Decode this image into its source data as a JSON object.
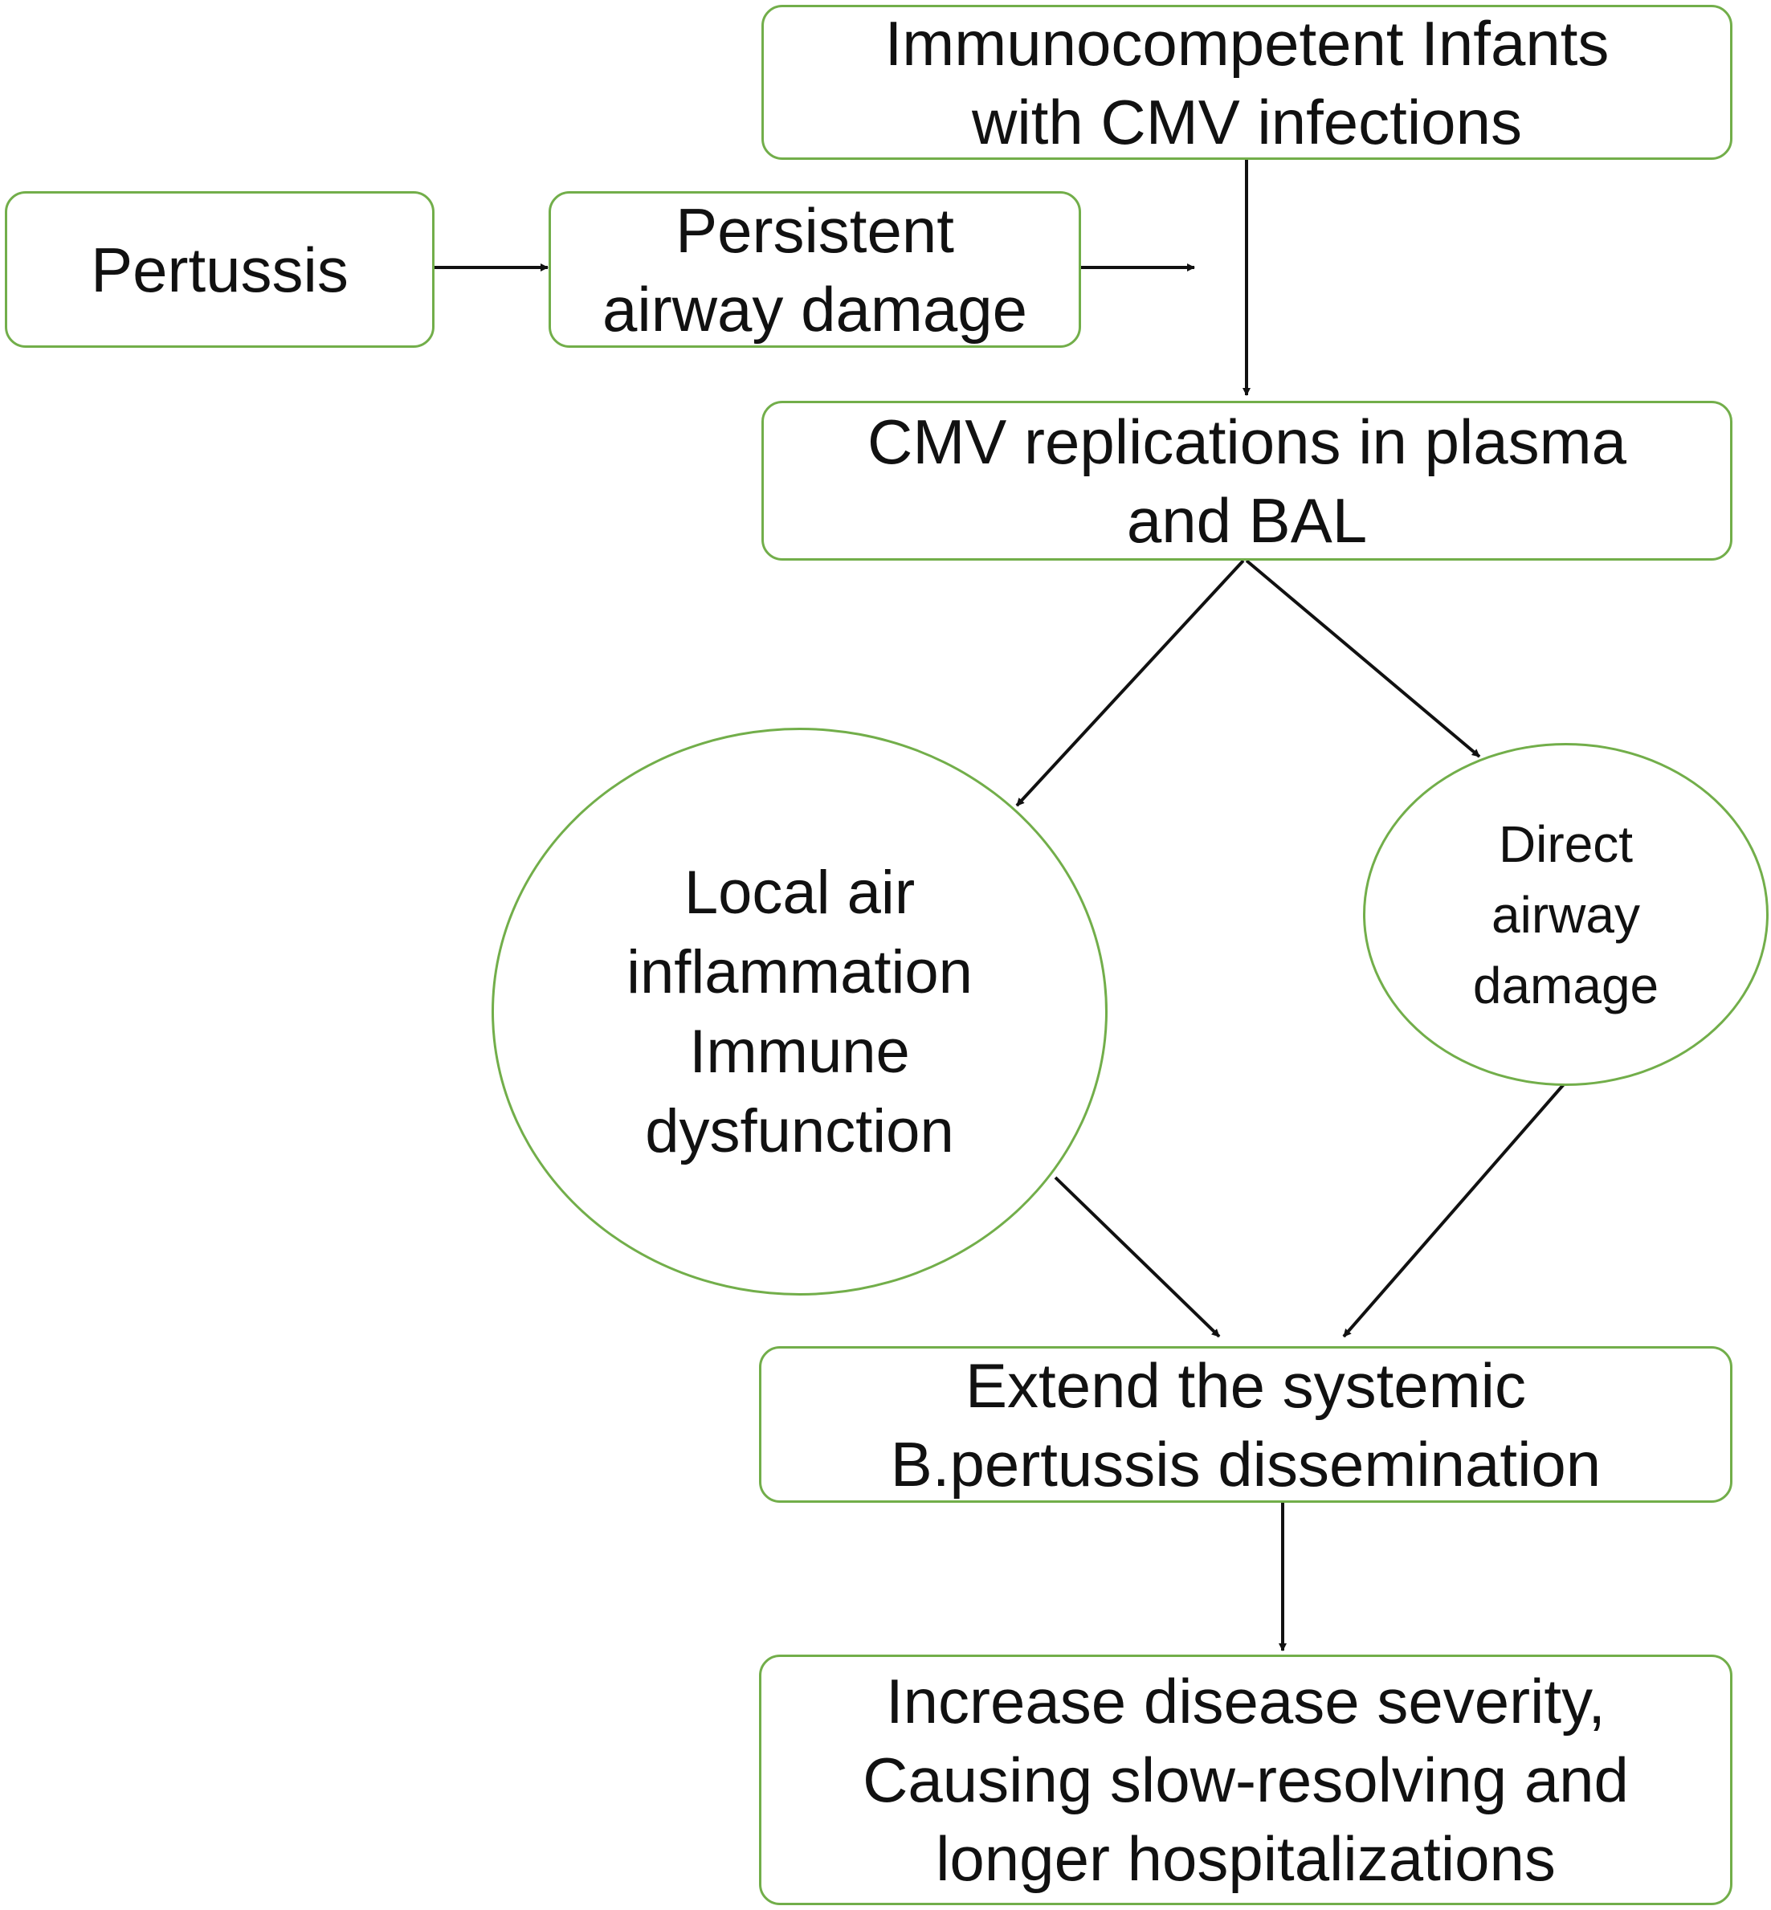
{
  "colors": {
    "node_border": "#72ae4a",
    "arrow": "#111111",
    "text": "#111111"
  },
  "nodes": {
    "immunocompetent": {
      "lines": [
        "Immunocompetent Infants",
        "with CMV infections"
      ]
    },
    "pertussis": {
      "lines": [
        "Pertussis"
      ]
    },
    "persistent_damage": {
      "lines": [
        "Persistent",
        "airway damage"
      ]
    },
    "cmv_replication": {
      "lines": [
        "CMV replications in plasma",
        "and BAL"
      ]
    },
    "local_inflammation": {
      "lines": [
        "Local air",
        "inflammation",
        "Immune",
        "dysfunction"
      ]
    },
    "direct_damage": {
      "lines": [
        "Direct",
        "airway",
        "damage"
      ]
    },
    "extend_dissemination": {
      "lines": [
        "Extend the systemic",
        "B.pertussis dissemination"
      ]
    },
    "increase_severity": {
      "lines": [
        "Increase disease severity,",
        "Causing slow-resolving and",
        "longer hospitalizations"
      ]
    }
  }
}
